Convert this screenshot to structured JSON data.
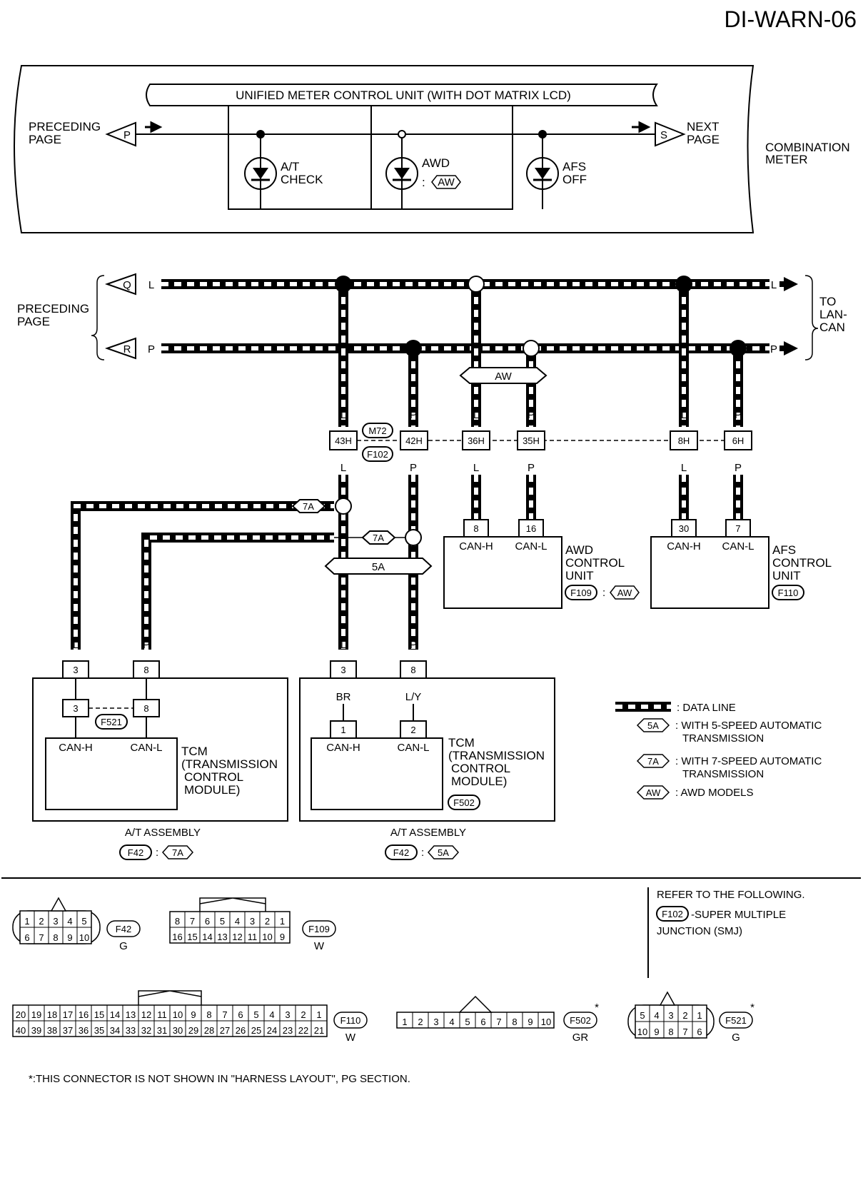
{
  "page_code": "DI-WARN-06",
  "meter": {
    "unit_label": "UNIFIED METER CONTROL UNIT (WITH DOT MATRIX LCD)",
    "preceding": [
      "PRECEDING",
      "PAGE"
    ],
    "next": [
      "NEXT",
      "PAGE"
    ],
    "combination": [
      "COMBINATION",
      "METER"
    ],
    "conn_p": "P",
    "conn_s": "S",
    "lamps": {
      "at_check": [
        "A/T",
        "CHECK"
      ],
      "awd": "AWD",
      "awd_tag": "AW",
      "awd_colon": ":",
      "afs_off": [
        "AFS",
        "OFF"
      ]
    }
  },
  "can": {
    "preceding": [
      "PRECEDING",
      "PAGE"
    ],
    "to_lan": [
      "TO",
      "LAN-",
      "CAN"
    ],
    "conn_q": "Q",
    "conn_r": "R",
    "wire_l": "L",
    "wire_p": "P",
    "aw_tag": "AW",
    "tag_7a": "7A",
    "tag_5a": "5A"
  },
  "junction": {
    "pins": [
      "43H",
      "42H",
      "36H",
      "35H",
      "8H",
      "6H"
    ],
    "m72": "M72",
    "f102": "F102"
  },
  "awd_unit": {
    "pins": [
      "8",
      "16"
    ],
    "can_h": "CAN-H",
    "can_l": "CAN-L",
    "name": [
      "AWD",
      "CONTROL",
      "UNIT"
    ],
    "conn": "F109",
    "colon": ":",
    "tag": "AW"
  },
  "afs_unit": {
    "pins": [
      "30",
      "7"
    ],
    "can_h": "CAN-H",
    "can_l": "CAN-L",
    "name": [
      "AFS",
      "CONTROL",
      "UNIT"
    ],
    "conn": "F110"
  },
  "tcm7": {
    "outer_pins": [
      "3",
      "8"
    ],
    "inner_pins": [
      "3",
      "8"
    ],
    "f521": "F521",
    "can_h": "CAN-H",
    "can_l": "CAN-L",
    "name": [
      "TCM",
      "(TRANSMISSION",
      "CONTROL",
      "MODULE)"
    ],
    "assembly": "A/T ASSEMBLY",
    "conn": "F42",
    "colon": ":",
    "tag": "7A"
  },
  "tcm5": {
    "outer_pins": [
      "3",
      "8"
    ],
    "wire_br": "BR",
    "wire_ly": "L/Y",
    "inner_pins": [
      "1",
      "2"
    ],
    "can_h": "CAN-H",
    "can_l": "CAN-L",
    "name": [
      "TCM",
      "(TRANSMISSION",
      "CONTROL",
      "MODULE)"
    ],
    "conn": "F502",
    "assembly": "A/T ASSEMBLY",
    "aconn": "F42",
    "colon": ":",
    "tag": "5A"
  },
  "legend": {
    "data_line": ": DATA LINE",
    "tag_5a": "5A",
    "txt_5a": [
      ": WITH 5-SPEED AUTOMATIC",
      "TRANSMISSION"
    ],
    "tag_7a": "7A",
    "txt_7a": [
      ": WITH 7-SPEED AUTOMATIC",
      "TRANSMISSION"
    ],
    "tag_aw": "AW",
    "txt_aw": ": AWD MODELS"
  },
  "refer": {
    "line1": "REFER TO THE FOLLOWING.",
    "conn": "F102",
    "line2": "-SUPER MULTIPLE",
    "line3": "JUNCTION (SMJ)"
  },
  "connectors": {
    "f42": {
      "name": "F42",
      "color": "G",
      "top": [
        "1",
        "2",
        "3",
        "4",
        "5"
      ],
      "bottom": [
        "6",
        "7",
        "8",
        "9",
        "10"
      ]
    },
    "f109": {
      "name": "F109",
      "color": "W",
      "top": [
        "8",
        "7",
        "6",
        "5",
        "4",
        "3",
        "2",
        "1"
      ],
      "bottom": [
        "16",
        "15",
        "14",
        "13",
        "12",
        "11",
        "10",
        "9"
      ]
    },
    "f110": {
      "name": "F110",
      "color": "W",
      "top": [
        "20",
        "19",
        "18",
        "17",
        "16",
        "15",
        "14",
        "13",
        "12",
        "11",
        "10",
        "9",
        "8",
        "7",
        "6",
        "5",
        "4",
        "3",
        "2",
        "1"
      ],
      "bottom": [
        "40",
        "39",
        "38",
        "37",
        "36",
        "35",
        "34",
        "33",
        "32",
        "31",
        "30",
        "29",
        "28",
        "27",
        "26",
        "25",
        "24",
        "23",
        "22",
        "21"
      ]
    },
    "f502": {
      "name": "F502",
      "color": "GR",
      "star": "*",
      "row": [
        "1",
        "2",
        "3",
        "4",
        "5",
        "6",
        "7",
        "8",
        "9",
        "10"
      ]
    },
    "f521": {
      "name": "F521",
      "color": "G",
      "star": "*",
      "top": [
        "5",
        "4",
        "3",
        "2",
        "1"
      ],
      "bottom": [
        "10",
        "9",
        "8",
        "7",
        "6"
      ]
    }
  },
  "footnote": "*:THIS CONNECTOR IS NOT SHOWN IN \"HARNESS LAYOUT\", PG SECTION."
}
